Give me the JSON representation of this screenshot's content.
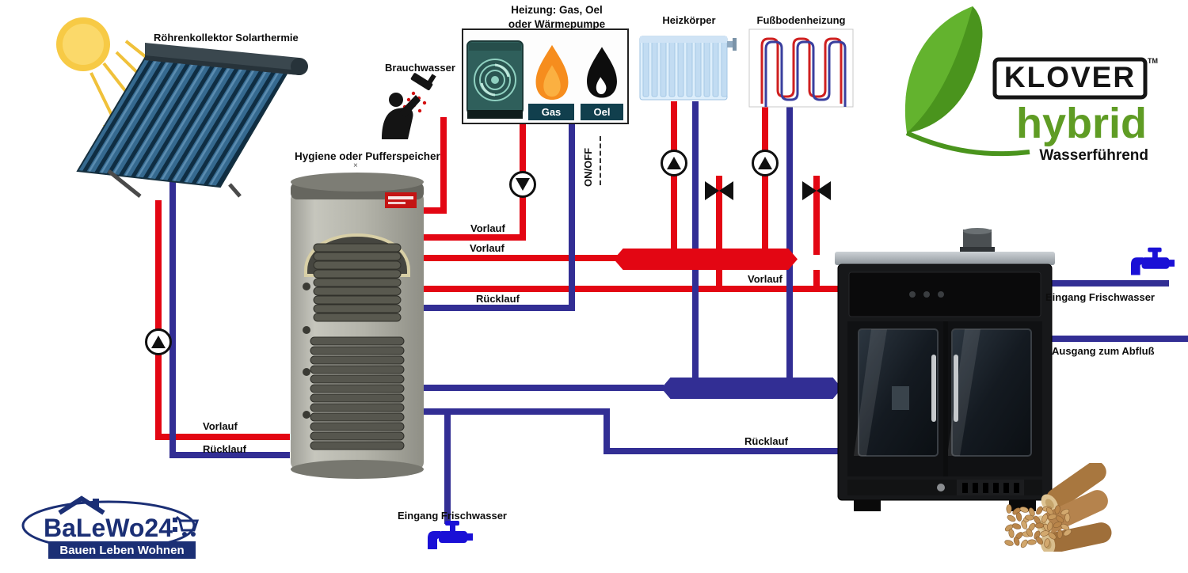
{
  "colors": {
    "vorlauf_red": "#e30613",
    "ruecklauf_blue": "#322e94",
    "faucet_blue": "#1a10d6",
    "leaf_green": "#63b32e",
    "hybrid_green": "#5f9c24",
    "balewo_blue": "#1b2f75",
    "sun_yellow": "#f7ca45",
    "flame_orange": "#f68d1e",
    "badge_teal": "#113f4d"
  },
  "solar": {
    "label": "Röhrenkollektor Solarthermie"
  },
  "shower": {
    "label": "Brauchwasser"
  },
  "heizung": {
    "title_line1": "Heizung: Gas, Oel",
    "title_line2": "oder Wärmepumpe",
    "gas_label": "Gas",
    "oel_label": "Oel",
    "onoff_label": "ON/OFF"
  },
  "heizkoerper": {
    "label": "Heizkörper"
  },
  "fussbodenheizung": {
    "label": "Fußbodenheizung"
  },
  "tank": {
    "label": "Hygiene oder Pufferspeicher",
    "mark": "×"
  },
  "pipes": {
    "vorlauf": "Vorlauf",
    "ruecklauf": "Rücklauf"
  },
  "water": {
    "eingang": "Eingang Frischwasser",
    "ausgang": "Ausgang zum Abfluß"
  },
  "klover": {
    "name": "KLOVER",
    "tm": "TM",
    "product": "hybrid",
    "tagline": "Wasserführend"
  },
  "balewo": {
    "name": "BaLeWo24",
    "tagline": "Bauen Leben Wohnen"
  }
}
